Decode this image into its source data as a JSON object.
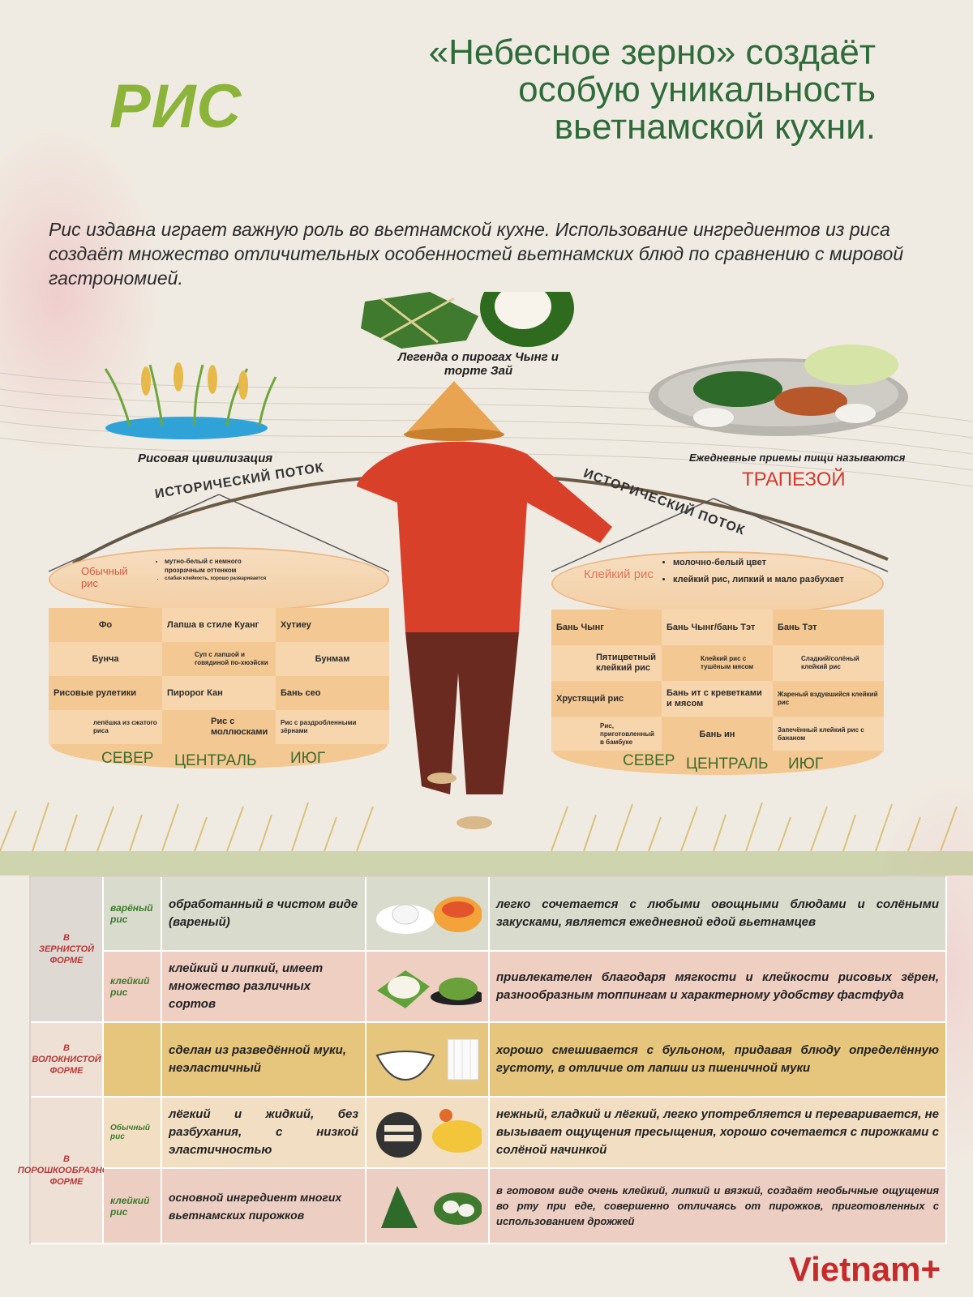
{
  "title": "РИС",
  "headline": "«Небесное зерно» создаёт особую уникальность вьетнамской кухни.",
  "intro": "Рис издавна играет важную роль во вьетнамской кухне. Использование ингредиентов из риса создаёт множество отличительных особенностей вьетнамских блюд по сравнению с мировой гастрономией.",
  "illustration": {
    "legend_label": "Легенда о пирогах Чынг и торте Зай",
    "civilization_label": "Рисовая цивилизация",
    "meals_label": "Ежедневные приемы пищи называются",
    "meals_word": "ТРАПЕЗОЙ",
    "flow_left": "ИСТОРИЧЕСКИЙ ПОТОК",
    "flow_right": "ИСТОРИЧЕСКИЙ ПОТОК"
  },
  "basket_left": {
    "type": "Обычный рис",
    "bullets": [
      "мутно-белый с немного прозрачным оттенком",
      "слабая клейкость, хорошо разваривается"
    ],
    "dishes": [
      [
        "Фо",
        "Лапша в стиле Куанг",
        "Хутиеу"
      ],
      [
        "Бунча",
        "Суп с лапшой и говядиной по-хюэйски",
        "Бунмам"
      ],
      [
        "Рисовые рулетики",
        "Пиророг Кан",
        "Бань сео"
      ],
      [
        "лепёшка из сжатого риса",
        "Рис с моллюсками",
        "Рис с раздробленными зёрнами"
      ]
    ],
    "regions": [
      "СЕВЕР",
      "ЦЕНТРАЛЬ",
      "ИЮГ"
    ]
  },
  "basket_right": {
    "type": "Клейкий рис",
    "bullets": [
      "молочно-белый цвет",
      "клейкий рис, липкий и мало разбухает"
    ],
    "dishes": [
      [
        "Бань Чынг",
        "Бань Чынг/бань Тэт",
        "Бань Тэт"
      ],
      [
        "Пятицветный клейкий рис",
        "Клейкий рис с тушёным мясом",
        "Сладкий/солёный клейкий рис"
      ],
      [
        "Хрустящий рис",
        "Бань ит с креветками и мясом",
        "Жареный вздувшийся клейкий рис"
      ],
      [
        "Рис, приготовленный в бамбуке",
        "Бань ин",
        "Запечённый клейкий рис с бананом"
      ]
    ],
    "regions": [
      "СЕВЕР",
      "ЦЕНТРАЛЬ",
      "ИЮГ"
    ]
  },
  "table": {
    "rows": [
      {
        "category": "В ЗЕРНИСТОЙ ФОРМЕ",
        "sub": "варёный рис",
        "desc": "обработанный в чистом виде (вареный)",
        "detail": "легко сочетается с любыми овощными блюдами и солёными закусками, является ежедневной едой вьетнамцев",
        "bg": "#d9dccd"
      },
      {
        "category": "",
        "sub": "клейкий рис",
        "desc": "клейкий и липкий, имеет множество различных сортов",
        "detail": "привлекателен благодаря мягкости и клейкости рисовых зёрен, разнообразным топпингам и характерному удобству фастфуда",
        "bg": "#f0cfc3"
      },
      {
        "category": "В ВОЛОКНИСТОЙ ФОРМЕ",
        "sub": "",
        "desc": "сделан из разведённой муки, неэластичный",
        "detail": "хорошо смешивается с бульоном, придавая блюду определённую густоту, в отличие от лапши из пшеничной муки",
        "bg": "#e6c57c"
      },
      {
        "category": "В ПОРОШКООБРАЗНОЙ ФОРМЕ",
        "sub": "Обычный рис",
        "desc": "лёгкий и жидкий, без разбухания, с низкой эластичностью",
        "detail": "нежный, гладкий и лёгкий, легко употребляется и переваривается, не вызывает ощущения пресыщения, хорошо сочетается с пирожками с солёной начинкой",
        "bg": "#f2dfc3"
      },
      {
        "category": "",
        "sub": "клейкий рис",
        "desc": "основной ингредиент многих вьетнамских пирожков",
        "detail": "в готовом виде очень клейкий, липкий и вязкий, создаёт необычные ощущения во рту при еде, совершенно отличаясь от пирожков, приготовленных с использованием дрожжей",
        "bg": "#eccfc2"
      }
    ]
  },
  "logo": "Vietnam+"
}
